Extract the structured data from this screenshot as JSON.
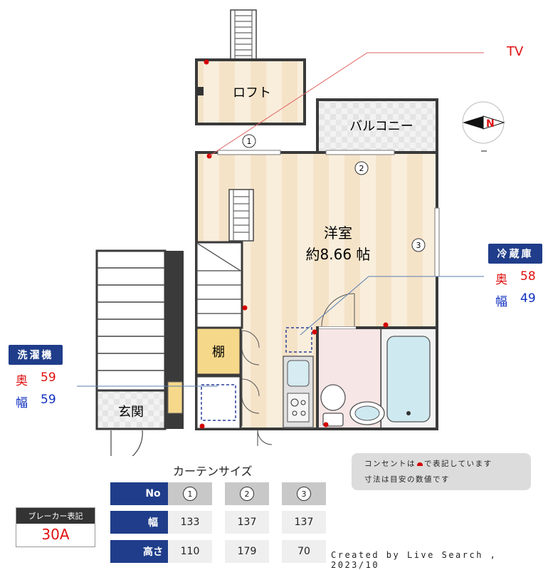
{
  "rooms": {
    "loft": "ロフト",
    "balcony": "バルコニー",
    "western_room": "洋室",
    "western_room_size": "約8.66 帖",
    "shelf": "棚",
    "entrance": "玄関"
  },
  "window_markers": [
    "1",
    "2",
    "3"
  ],
  "tv_label": "TV",
  "fridge": {
    "title": "冷蔵庫",
    "depth_label": "奥",
    "depth": "58",
    "width_label": "幅",
    "width": "49"
  },
  "washer": {
    "title": "洗濯機",
    "depth_label": "奥",
    "depth": "59",
    "width_label": "幅",
    "width": "59"
  },
  "notes": [
    "コンセントは",
    "で表記しています",
    "寸法は目安の数値です"
  ],
  "curtain": {
    "title": "カーテンサイズ",
    "header_no": "No",
    "header_width": "幅",
    "header_height": "高さ",
    "columns": [
      {
        "no": "1",
        "width": "133",
        "height": "110"
      },
      {
        "no": "2",
        "width": "137",
        "height": "179"
      },
      {
        "no": "3",
        "width": "137",
        "height": "70"
      }
    ]
  },
  "breaker": {
    "title": "ブレーカー表記",
    "value": "30A"
  },
  "credit": "Created by Live Search , 2023/10",
  "compass": {
    "north": "N"
  },
  "colors": {
    "accent": "#1f3d8a",
    "outlet": "#d40000",
    "depth": "#e01010",
    "width": "#1030c0"
  }
}
